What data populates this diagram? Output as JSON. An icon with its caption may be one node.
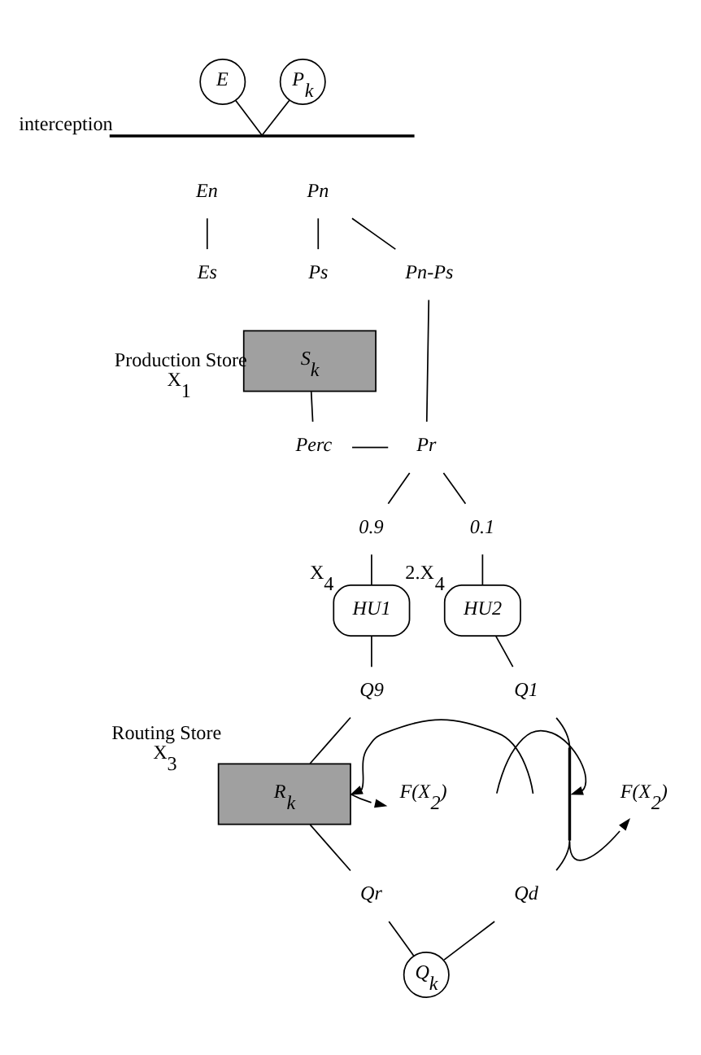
{
  "diagram": {
    "nodes": [
      {
        "text": [
          "E"
        ]
      },
      {
        "text": [
          "P$_{k}$"
        ]
      },
      {
        "text": [],
        "shape": "bar",
        "beside": [
          "interception"
        ]
      },
      {
        "text": [
          "En"
        ]
      },
      {
        "text": [
          "Pn"
        ]
      },
      {
        "text": [
          "Es"
        ]
      },
      {
        "text": [
          "Ps"
        ]
      },
      {
        "text": [
          "Pn-Ps"
        ]
      },
      {
        "text": [
          "S$_{k}$"
        ],
        "beside": [
          "Production Store",
          "X$_{1}$"
        ]
      },
      {
        "text": [
          "Perc"
        ]
      },
      {
        "text": [
          "Pr"
        ]
      },
      {
        "text": [
          "0.9"
        ]
      },
      {
        "text": [
          "0.1"
        ]
      },
      {
        "text": [
          "HU1"
        ],
        "beside": [
          "X$_{4}$"
        ]
      },
      {
        "text": [
          "HU2"
        ],
        "beside": [
          "2.X$_{4}$"
        ]
      },
      {
        "text": [
          "Q9"
        ]
      },
      {
        "text": [
          "Q1"
        ]
      },
      {
        "text": [
          "R$_{k}$"
        ],
        "beside": [
          "Routing Store",
          "X$_{3}$"
        ]
      },
      {
        "text": [
          "F(X$_{2}$)"
        ]
      },
      {
        "text": [],
        "shape": "bar"
      },
      {
        "text": [
          "F(X$_{2}$)"
        ]
      },
      {
        "text": [
          "Qr"
        ]
      },
      {
        "text": [
          "Qd"
        ]
      },
      {
        "text": [
          "Q$_{k}$"
        ]
      }
    ],
    "edges": [
      {
        "from": 0,
        "to": 2,
        "arrow": "none"
      },
      {
        "from": 1,
        "to": 2,
        "arrow": "none"
      },
      {
        "from": 3,
        "to": 5,
        "arrow": "none"
      },
      {
        "from": 4,
        "to": 6,
        "arrow": "none"
      },
      {
        "from": 4,
        "to": 7,
        "arrow": "none"
      },
      {
        "from": 7,
        "to": 10,
        "arrow": "none"
      },
      {
        "from": 8,
        "to": 9,
        "arrow": "none"
      },
      {
        "from": 9,
        "to": 10,
        "arrow": "none"
      },
      {
        "from": 10,
        "to": 11,
        "arrow": "none"
      },
      {
        "from": 10,
        "to": 12,
        "arrow": "none"
      },
      {
        "from": 11,
        "to": 13,
        "arrow": "none"
      },
      {
        "from": 12,
        "to": 14,
        "arrow": "none"
      },
      {
        "from": 13,
        "to": 15,
        "arrow": "none"
      },
      {
        "from": 14,
        "to": 16,
        "arrow": "none"
      },
      {
        "from": 15,
        "to": 17,
        "arrow": "none"
      },
      {
        "from": 17,
        "to": 18,
        "arrow": "to"
      },
      {
        "from": null,
        "to": 17,
        "arrow": "to"
      },
      {
        "from": 16,
        "to": 19,
        "arrow": "none"
      },
      {
        "from": 19,
        "to": 20,
        "arrow": "to"
      },
      {
        "from": null,
        "to": 19,
        "arrow": "to"
      },
      {
        "from": 17,
        "to": 21,
        "arrow": "none"
      },
      {
        "from": 19,
        "to": 22,
        "arrow": "none"
      },
      {
        "from": 21,
        "to": 23,
        "arrow": "none"
      },
      {
        "from": 22,
        "to": 23,
        "arrow": "none"
      }
    ]
  }
}
